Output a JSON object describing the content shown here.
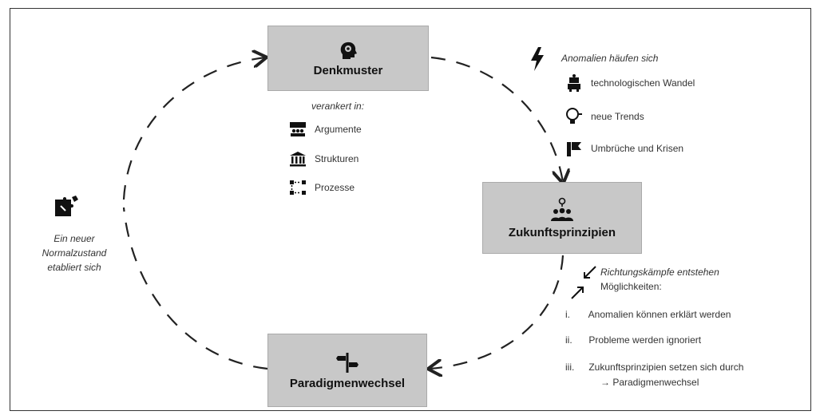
{
  "boxes": {
    "denkmuster": "Denkmuster",
    "zukunft": "Zukunftsprinzipien",
    "paradigma": "Paradigmenwechsel"
  },
  "verankert": {
    "heading": "verankert in:",
    "items": [
      "Argumente",
      "Strukturen",
      "Prozesse"
    ]
  },
  "anomalien": {
    "heading": "Anomalien häufen sich",
    "items": [
      "technologischen Wandel",
      "neue Trends",
      "Umbrüche und Krisen"
    ]
  },
  "normal": {
    "lines": [
      "Ein neuer",
      "Normalzustand",
      "etabliert sich"
    ]
  },
  "richtung": {
    "heading": "Richtungskämpfe entstehen",
    "sub": "Möglichkeiten:",
    "items": [
      {
        "num": "i.",
        "text": "Anomalien können erklärt werden"
      },
      {
        "num": "ii.",
        "text": "Probleme werden ignoriert"
      },
      {
        "num": "iii.",
        "text": "Zukunftsprinzipien setzen sich durch"
      }
    ],
    "continuation": "→ Paradigmenwechsel"
  }
}
